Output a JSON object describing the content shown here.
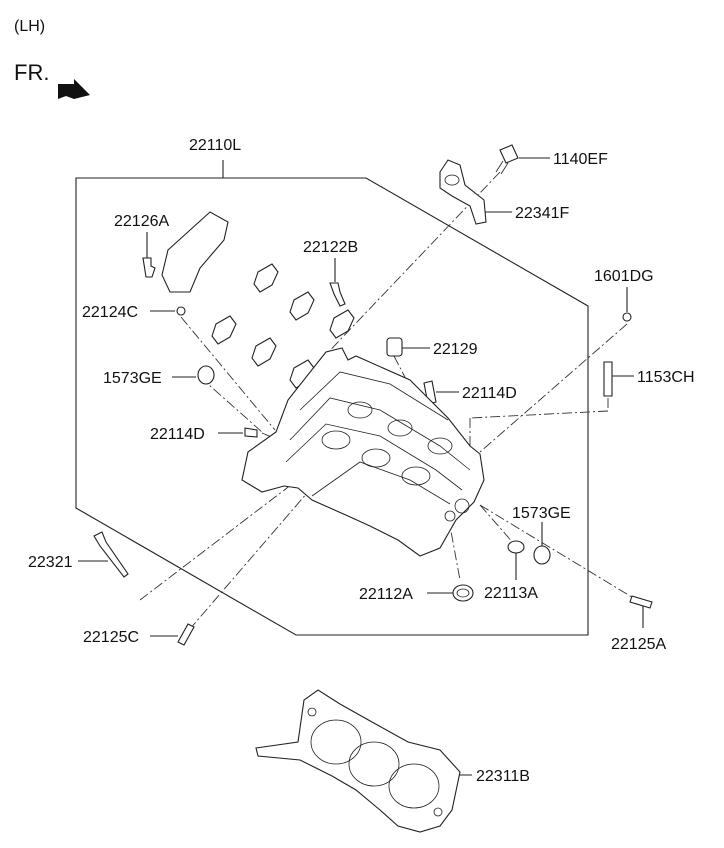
{
  "header": {
    "side": "(LH)",
    "front_mark": "FR."
  },
  "labels": {
    "l22110L": "22110L",
    "l1140EF": "1140EF",
    "l22341F": "22341F",
    "l22126A": "22126A",
    "l22122B": "22122B",
    "l1601DG": "1601DG",
    "l22124C": "22124C",
    "l22129": "22129",
    "l1573GE_a": "1573GE",
    "l22114D_a": "22114D",
    "l1153CH": "1153CH",
    "l22114D_b": "22114D",
    "l1573GE_b": "1573GE",
    "l22321": "22321",
    "l22112A": "22112A",
    "l22113A": "22113A",
    "l22125C": "22125C",
    "l22125A": "22125A",
    "l22311B": "22311B"
  }
}
